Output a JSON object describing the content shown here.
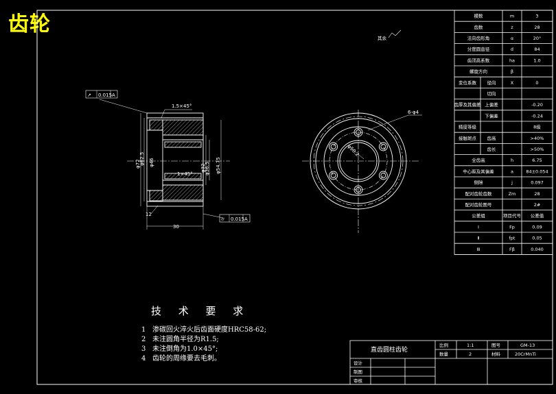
{
  "sheet": {
    "title": "齿轮",
    "part_name": "直齿圆柱齿轮"
  },
  "params": [
    [
      "模数",
      "m",
      "3"
    ],
    [
      "齿数",
      "z",
      "28"
    ],
    [
      "法向齿形角",
      "α",
      "20°"
    ],
    [
      "分度圆直径",
      "d",
      "84"
    ],
    [
      "齿顶高系数",
      "ha",
      "1.0"
    ],
    [
      "螺旋方向",
      "β",
      ""
    ],
    [
      "变位系数",
      "径向",
      "X",
      "0"
    ],
    [
      "",
      "切向",
      "",
      ""
    ],
    [
      "齿厚及其偏差",
      "上偏差",
      "",
      "-0.20"
    ],
    [
      "",
      "下偏差",
      "",
      "-0.24"
    ],
    [
      "精度等级",
      "",
      "",
      "8级"
    ],
    [
      "接触斑点",
      "齿高",
      "",
      ">40%"
    ],
    [
      "",
      "齿长",
      "",
      ">50%"
    ],
    [
      "全齿高",
      "h",
      "6.75"
    ],
    [
      "中心距及其偏差",
      "a",
      "84±0.054"
    ],
    [
      "侧隙",
      "j",
      "0.097"
    ],
    [
      "配对齿轮齿数",
      "Zm",
      "28"
    ],
    [
      "配对齿轮图号",
      "",
      "2#"
    ],
    [
      "公差组",
      "项目代号",
      "公差值"
    ],
    [
      "Ⅰ",
      "Fp",
      "0.09"
    ],
    [
      "Ⅱ",
      "fpt",
      "0.05"
    ],
    [
      "Ⅲ",
      "Fβ",
      "0.040"
    ]
  ],
  "dims": {
    "tol1": "0.015",
    "datum": "A",
    "chamfer": "1.5×45°",
    "width": "30",
    "d_outer": "φ72",
    "d_root": "φ62.5",
    "d_hub": "φ46",
    "d_bore": "φ32",
    "d_mid": "φ36.5",
    "d_pcd": "φ54.75",
    "holes": "6-φ4",
    "pcd_note": "φ50.2",
    "rough": "其余",
    "chamfer2": "1×45°",
    "tol2": "0.015"
  },
  "requirements": {
    "title": "技 术 要 求",
    "items": [
      [
        "1",
        "渗碳回火淬火后齿面硬度HRC58-62;"
      ],
      [
        "2",
        "未注圆角半径为R1.5;"
      ],
      [
        "3",
        "未注倒角为1.0×45°;"
      ],
      [
        "4",
        "齿轮的周缘要去毛刺。"
      ]
    ]
  },
  "title_block": {
    "name": "直齿圆柱齿轮",
    "scale_label": "比例",
    "scale": "1:1",
    "drawing_no_label": "图号",
    "drawing_no": "GM-13",
    "qty_label": "数量",
    "qty": "2",
    "material_label": "材料",
    "material": "20CrMnTi",
    "design": "设计",
    "drawing": "制图",
    "review": "审核"
  }
}
